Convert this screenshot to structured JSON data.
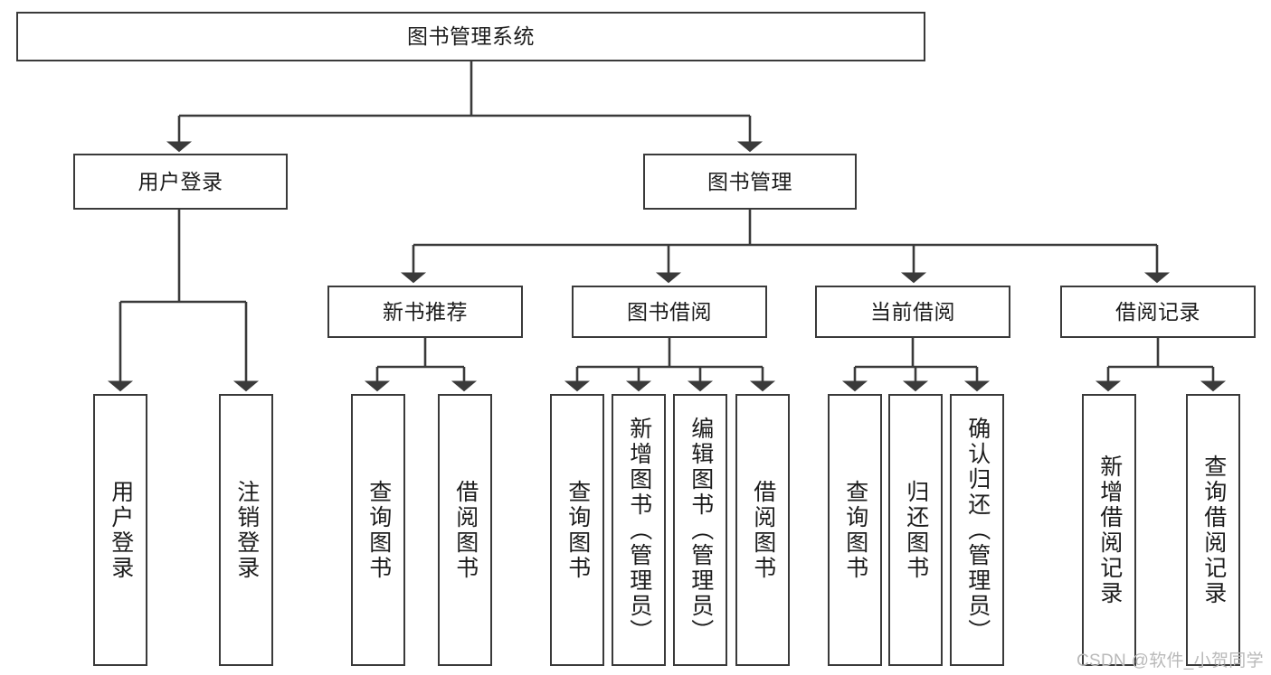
{
  "diagram": {
    "title": "图书管理系统",
    "type": "tree-hierarchy",
    "style": {
      "box_fill": "#ffffff",
      "box_stroke": "#3a3a3a",
      "line_color": "#3a3a3a",
      "text_color": "#1c1c1c",
      "background": "#ffffff",
      "watermark_color": "#b9b9b9"
    },
    "root": {
      "label": "图书管理系统"
    },
    "level2": [
      {
        "label": "用户登录"
      },
      {
        "label": "图书管理"
      }
    ],
    "level3": [
      {
        "label": "新书推荐"
      },
      {
        "label": "图书借阅"
      },
      {
        "label": "当前借阅"
      },
      {
        "label": "借阅记录"
      }
    ],
    "leaves": {
      "user_login": [
        {
          "label": "用户登录"
        },
        {
          "label": "注销登录"
        }
      ],
      "new_book_recommend": [
        {
          "label": "查询图书"
        },
        {
          "label": "借阅图书"
        }
      ],
      "book_borrow": [
        {
          "label": "查询图书"
        },
        {
          "label": "新增图书（管理员）"
        },
        {
          "label": "编辑图书（管理员）"
        },
        {
          "label": "借阅图书"
        }
      ],
      "current_borrow": [
        {
          "label": "查询图书"
        },
        {
          "label": "归还图书"
        },
        {
          "label": "确认归还（管理员）"
        }
      ],
      "borrow_record": [
        {
          "label": "新增借阅记录"
        },
        {
          "label": "查询借阅记录"
        }
      ]
    },
    "watermark": "CSDN @软件_小贺同学"
  }
}
